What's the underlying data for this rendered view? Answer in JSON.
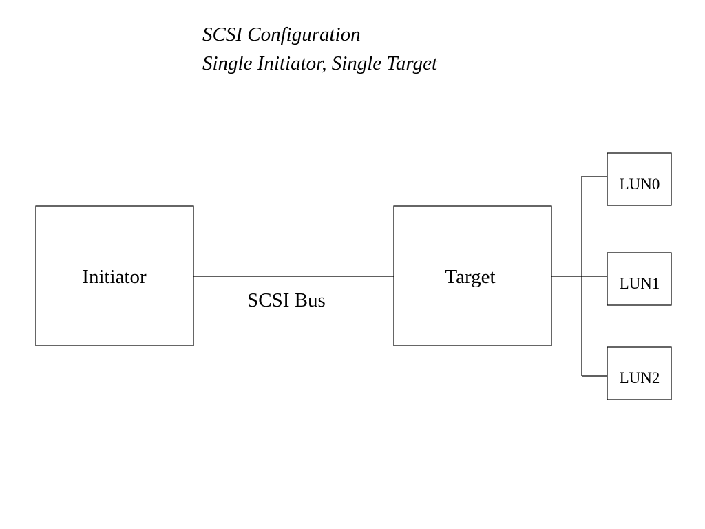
{
  "title": {
    "line1": "SCSI Configuration",
    "line2": "Single Initiator, Single Target"
  },
  "nodes": {
    "initiator": "Initiator",
    "target": "Target",
    "luns": [
      "LUN0",
      "LUN1",
      "LUN2"
    ]
  },
  "bus": {
    "label": "SCSI Bus"
  },
  "colors": {
    "stroke": "#000000",
    "background": "#ffffff"
  }
}
